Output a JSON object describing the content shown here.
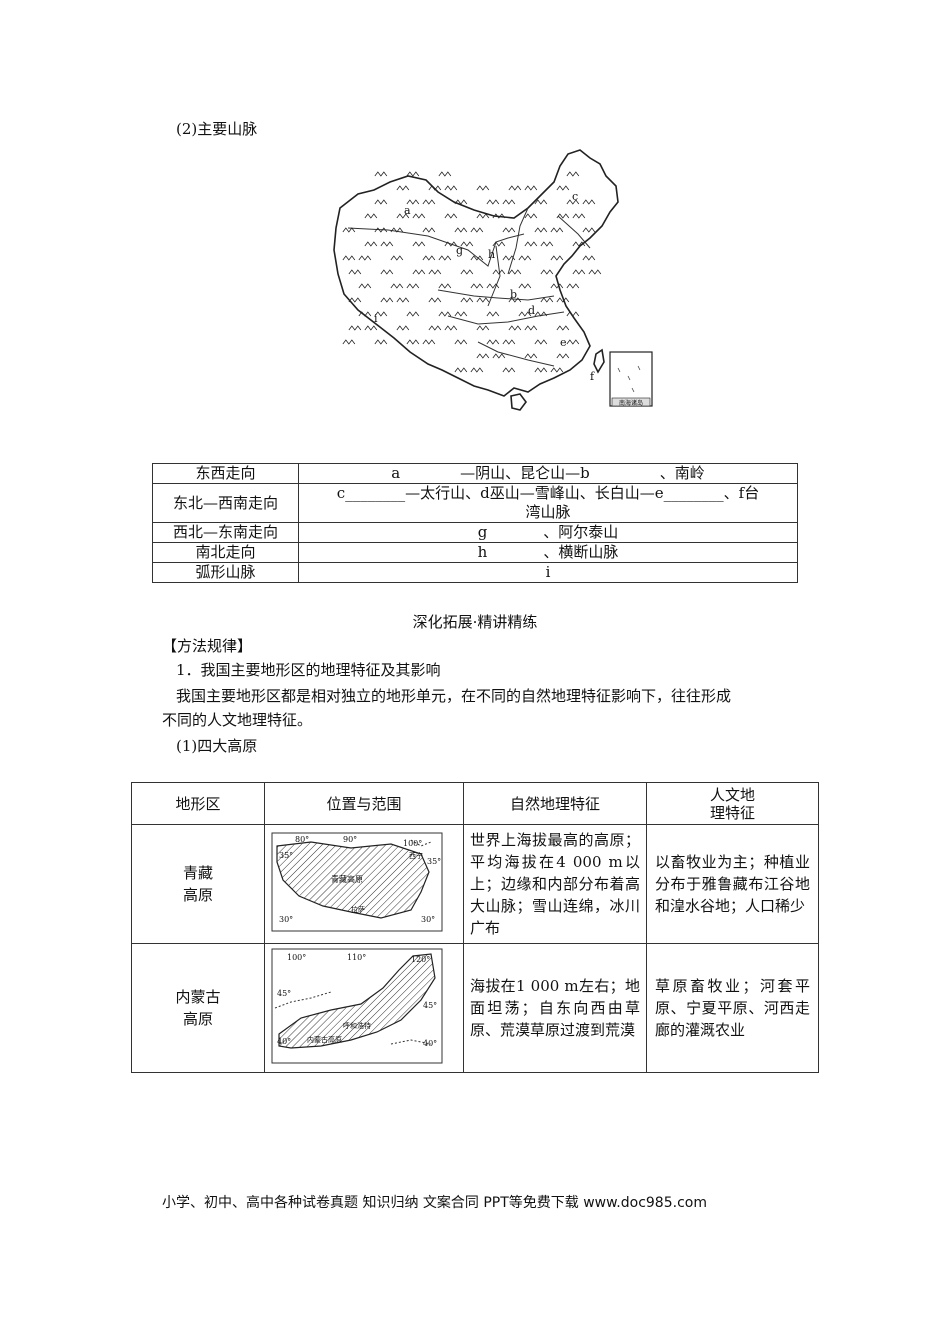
{
  "section_title": "(2)主要山脉",
  "map": {
    "inset_label": "南海诸岛",
    "letters": [
      "a",
      "b",
      "c",
      "d",
      "e",
      "f",
      "g",
      "h",
      "i"
    ]
  },
  "mountain_table": [
    {
      "key": "东西走向",
      "parts": [
        "a",
        "—阴山、昆仑山—b",
        "、南岭"
      ]
    },
    {
      "key": "东北—西南走向",
      "line1": "c________—太行山、d巫山—雪峰山、长白山—e________、f台",
      "line2": "湾山脉"
    },
    {
      "key": "西北—东南走向",
      "parts": [
        "g",
        "、阿尔泰山"
      ]
    },
    {
      "key": "南北走向",
      "parts": [
        "h",
        "、横断山脉"
      ]
    },
    {
      "key": "弧形山脉",
      "parts": [
        "i"
      ]
    }
  ],
  "deep_title": "深化拓展·精讲精练",
  "method_title": "【方法规律】",
  "point1": "1．我国主要地形区的地理特征及其影响",
  "para1": "我国主要地形区都是相对独立的地形单元，在不同的自然地理特征影响下，往往形成",
  "para1b": "不同的人文地理特征。",
  "sub1": "(1)四大高原",
  "plateau_table": {
    "headers": [
      "地形区",
      "位置与范围",
      "自然地理特征",
      "人文地",
      "理特征"
    ],
    "rows": [
      {
        "name1": "青藏",
        "name2": "高原",
        "map_labels": [
          "80°",
          "90°",
          "100°",
          "35°",
          "35°",
          "西宁",
          "青藏高原",
          "拉萨",
          "30°",
          "30°"
        ],
        "natural": "世界上海拔最高的高原；平均海拔在4 000 m以上；边缘和内部分布着高大山脉；雪山连绵，冰川广布",
        "human": "以畜牧业为主；种植业分布于雅鲁藏布江谷地和湟水谷地；人口稀少"
      },
      {
        "name1": "内蒙古",
        "name2": "高原",
        "map_labels": [
          "100°",
          "110°",
          "120°",
          "45°",
          "45°",
          "呼和浩特",
          "内蒙古高原",
          "40°",
          "40°"
        ],
        "natural": "海拔在1 000 m左右；地面坦荡；自东向西由草原、荒漠草原过渡到荒漠",
        "human": "草原畜牧业；河套平原、宁夏平原、河西走廊的灌溉农业"
      }
    ]
  },
  "footer": "小学、初中、高中各种试卷真题  知识归纳  文案合同  PPT等免费下载      www.doc985.com"
}
